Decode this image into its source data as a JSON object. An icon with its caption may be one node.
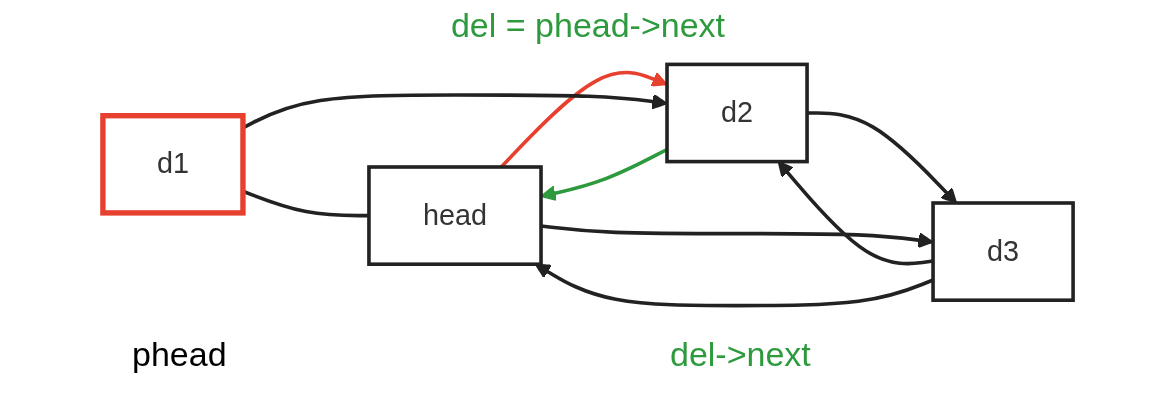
{
  "diagram": {
    "nodes": [
      {
        "text": [
          "head"
        ]
      },
      {
        "text": [
          "d1"
        ]
      },
      {
        "text": [
          "d2"
        ]
      },
      {
        "text": [
          "d3"
        ]
      }
    ],
    "edges": [
      {
        "from": 0,
        "to": 2,
        "arrow": "to",
        "color": "#e8402f"
      },
      {
        "from": 2,
        "to": 0,
        "arrow": "to",
        "color": "#2e9a3e"
      },
      {
        "from": 1,
        "to": 0,
        "arrow": "none"
      },
      {
        "from": 1,
        "to": 2,
        "arrow": "to"
      },
      {
        "from": 2,
        "to": 3,
        "arrow": "to"
      },
      {
        "from": 3,
        "to": 2,
        "arrow": "to"
      },
      {
        "from": 0,
        "to": 3,
        "arrow": "to"
      },
      {
        "from": 3,
        "to": 0,
        "arrow": "to"
      }
    ],
    "labels": [
      "del = phead->next",
      "phead",
      "del->next"
    ]
  }
}
